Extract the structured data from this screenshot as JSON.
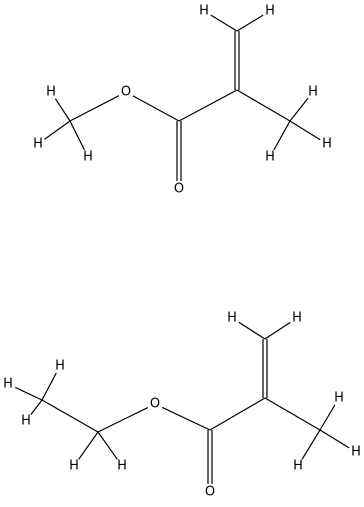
{
  "molecules": [
    {
      "atoms": [
        {
          "id": "H1",
          "label": "H"
        },
        {
          "id": "H2",
          "label": "H"
        },
        {
          "id": "C1",
          "label": ""
        },
        {
          "id": "C2",
          "label": ""
        },
        {
          "id": "C3",
          "label": ""
        },
        {
          "id": "O1",
          "label": "O"
        },
        {
          "id": "O2",
          "label": "O"
        },
        {
          "id": "C4",
          "label": ""
        },
        {
          "id": "H3",
          "label": "H"
        },
        {
          "id": "H4",
          "label": "H"
        },
        {
          "id": "H5",
          "label": "H"
        },
        {
          "id": "C5",
          "label": ""
        },
        {
          "id": "H6",
          "label": "H"
        },
        {
          "id": "H7",
          "label": "H"
        },
        {
          "id": "H8",
          "label": "H"
        }
      ]
    },
    {
      "atoms": [
        {
          "id": "H1",
          "label": "H"
        },
        {
          "id": "H2",
          "label": "H"
        },
        {
          "id": "C1",
          "label": ""
        },
        {
          "id": "C2",
          "label": ""
        },
        {
          "id": "C3",
          "label": ""
        },
        {
          "id": "O1",
          "label": "O"
        },
        {
          "id": "O2",
          "label": "O"
        },
        {
          "id": "C4",
          "label": ""
        },
        {
          "id": "C5",
          "label": ""
        },
        {
          "id": "H3",
          "label": "H"
        },
        {
          "id": "H4",
          "label": "H"
        },
        {
          "id": "H5",
          "label": "H"
        },
        {
          "id": "H6",
          "label": "H"
        },
        {
          "id": "H7",
          "label": "H"
        },
        {
          "id": "C6",
          "label": ""
        },
        {
          "id": "H8",
          "label": "H"
        },
        {
          "id": "H9",
          "label": "H"
        },
        {
          "id": "H10",
          "label": "H"
        }
      ]
    }
  ]
}
